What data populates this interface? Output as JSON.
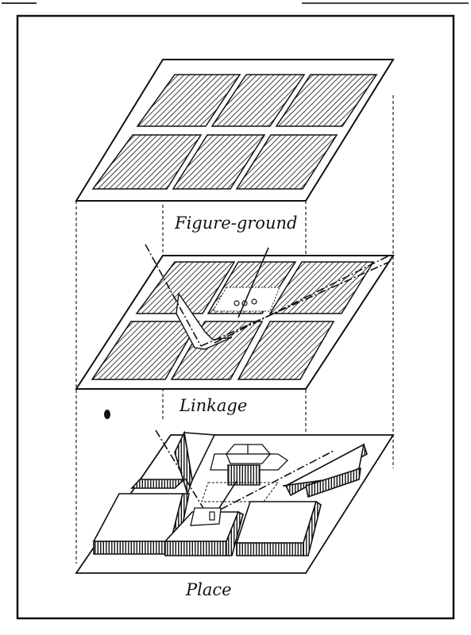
{
  "diagram": {
    "layers": [
      {
        "id": "figure-ground",
        "label": "Figure-ground"
      },
      {
        "id": "linkage",
        "label": "Linkage"
      },
      {
        "id": "place",
        "label": "Place"
      }
    ]
  }
}
